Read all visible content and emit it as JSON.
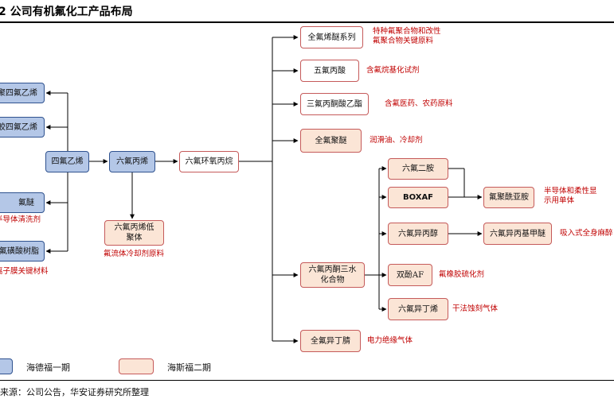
{
  "title": "2  公司有机氟化工产品布局",
  "nodes": {
    "ptfe": "聚四氟乙烯",
    "fkm": "氟橡胶四氟乙烯",
    "pfpe_ether": "氟醚",
    "pfsa": "全氟磺酸树脂",
    "tfe": "四氟乙烯",
    "hfp": "六氟丙烯",
    "hfpo": "六氟环氧丙烷",
    "hfp_oligomer": "六氟丙烯低\n聚体",
    "pfve": "全氟烯醚系列",
    "pfpa": "五氟丙酸",
    "tfpe": "三氟丙酮酸乙酯",
    "pfpe": "全氟聚醚",
    "hfa": "六氟丙酮三水\n化合物",
    "pfin": "全氟异丁腈",
    "hfdiamine": "六氟二胺",
    "boxaf": "BOXAF",
    "hfip": "六氟异丙醇",
    "bpaf": "双酚AF",
    "hfib": "六氟异丁烯",
    "polyimide": "氟聚酰亚胺",
    "hfip_me": "六氟异丙基甲醚"
  },
  "notes": {
    "ptfe_note": "半导体清洗剂",
    "pfsa_note": "离子膜关键材料",
    "hfp_oligomer_note": "氟流体冷却剂原料",
    "pfve_note": "特种氟聚合物和改性\n氟聚合物关键原料",
    "pfpa_note": "含氟烷基化试剂",
    "tfpe_note": "含氟医药、农药原料",
    "pfpe_note": "润滑油、冷却剂",
    "polyimide_note": "半导体和柔性显\n示用单体",
    "hfip_me_note": "吸入式全身麻醉",
    "bpaf_note": "氟橡胶硫化剂",
    "hfib_note": "干法蚀刻气体",
    "pfin_note": "电力绝缘气体"
  },
  "legend": {
    "phase1": "海德福一期",
    "phase2": "海斯福二期"
  },
  "source": "资料来源：公司公告，华安证券研究所整理",
  "colors": {
    "blue_fill": "#b4c7e7",
    "blue_border": "#2f528f",
    "peach_fill": "#fbe5d6",
    "peach_border": "#c55a5a",
    "note_text": "#c00000"
  }
}
